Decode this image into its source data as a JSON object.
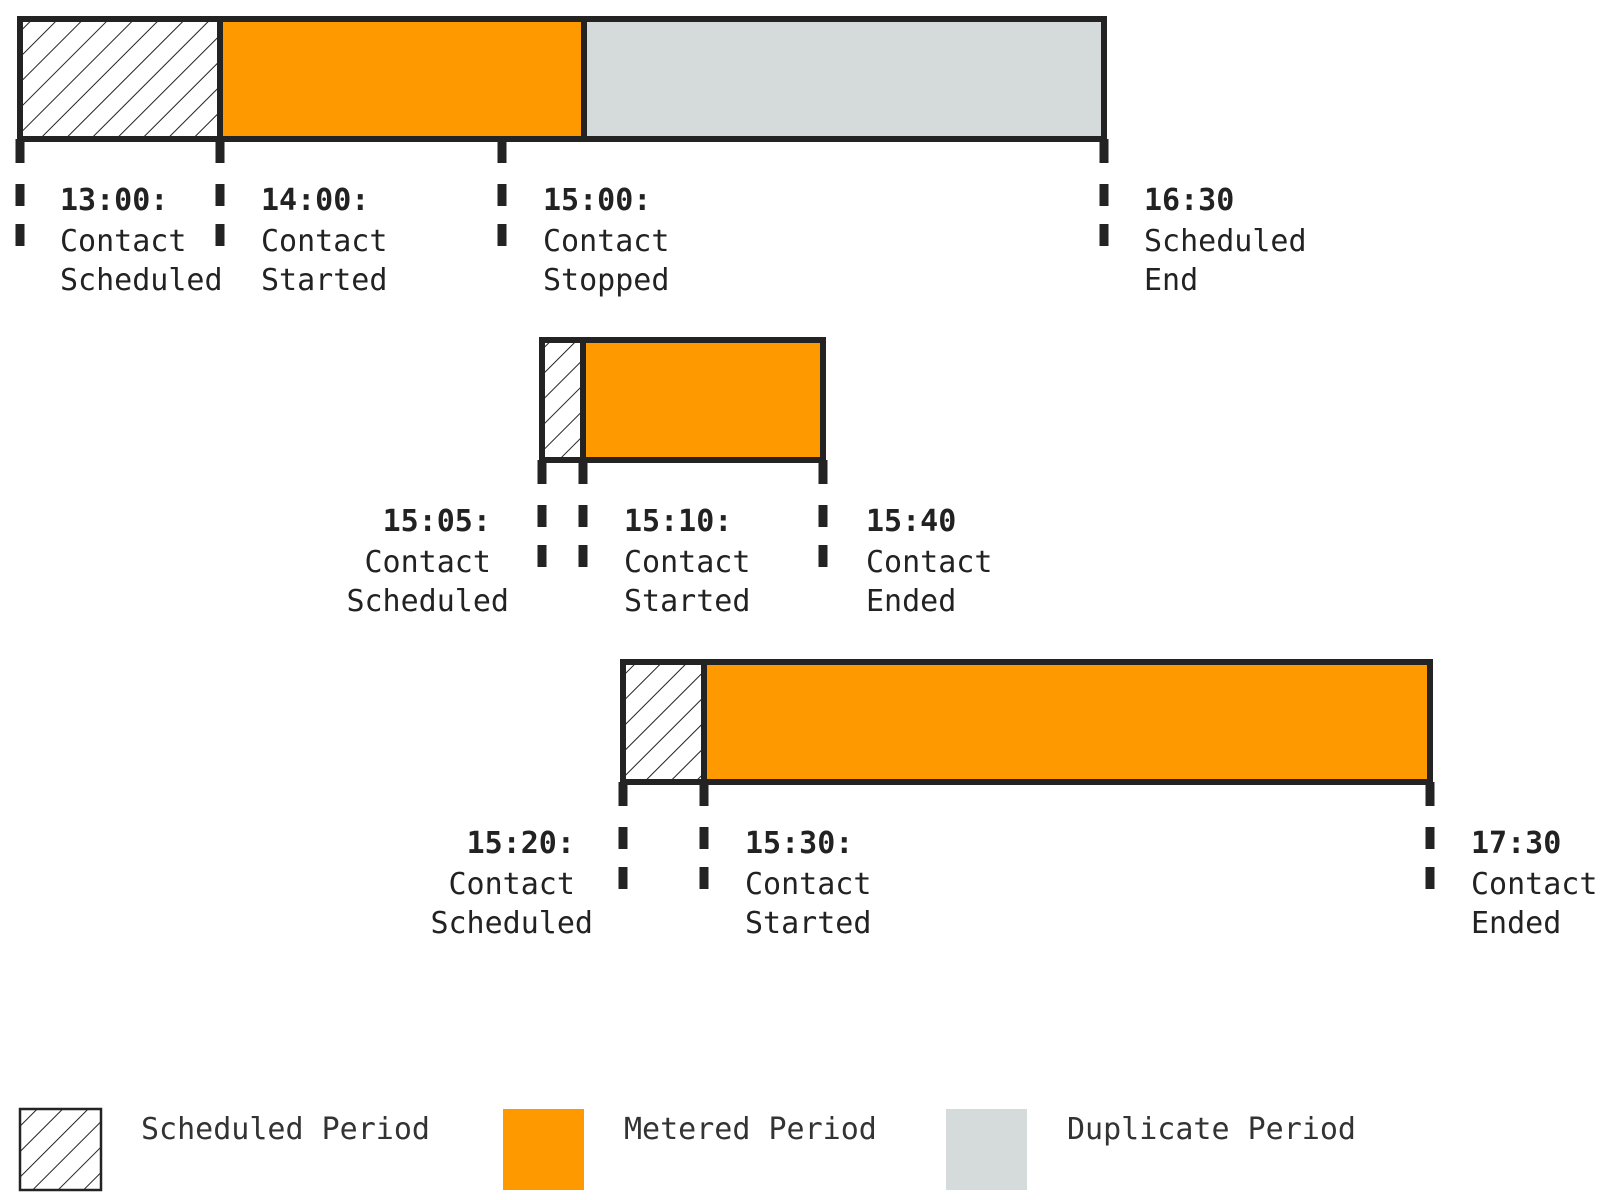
{
  "colors": {
    "scheduled": "hatch",
    "metered": "#ff9900",
    "duplicate": "#d5dbdb",
    "stroke": "#232323",
    "text": "#222222"
  },
  "timelines": [
    {
      "id": "timeline-1",
      "segments": [
        "scheduled",
        "metered",
        "duplicate"
      ],
      "markers": [
        {
          "time": "13:00:",
          "line1": "Contact",
          "line2": "Scheduled"
        },
        {
          "time": "14:00:",
          "line1": "Contact",
          "line2": "Started"
        },
        {
          "time": "15:00:",
          "line1": "Contact",
          "line2": "Stopped"
        },
        {
          "time": "16:30",
          "line1": "Scheduled",
          "line2": "End"
        }
      ]
    },
    {
      "id": "timeline-2",
      "segments": [
        "scheduled",
        "metered"
      ],
      "markers": [
        {
          "time": "15:05:",
          "line1": "Contact",
          "line2": "Scheduled"
        },
        {
          "time": "15:10:",
          "line1": "Contact",
          "line2": "Started"
        },
        {
          "time": "15:40",
          "line1": "Contact",
          "line2": "Ended"
        }
      ]
    },
    {
      "id": "timeline-3",
      "segments": [
        "scheduled",
        "metered"
      ],
      "markers": [
        {
          "time": "15:20:",
          "line1": "Contact",
          "line2": "Scheduled"
        },
        {
          "time": "15:30:",
          "line1": "Contact",
          "line2": "Started"
        },
        {
          "time": "17:30",
          "line1": "Contact",
          "line2": "Ended"
        }
      ]
    }
  ],
  "legend": {
    "scheduled": "Scheduled Period",
    "metered": "Metered Period",
    "duplicate": "Duplicate Period"
  }
}
